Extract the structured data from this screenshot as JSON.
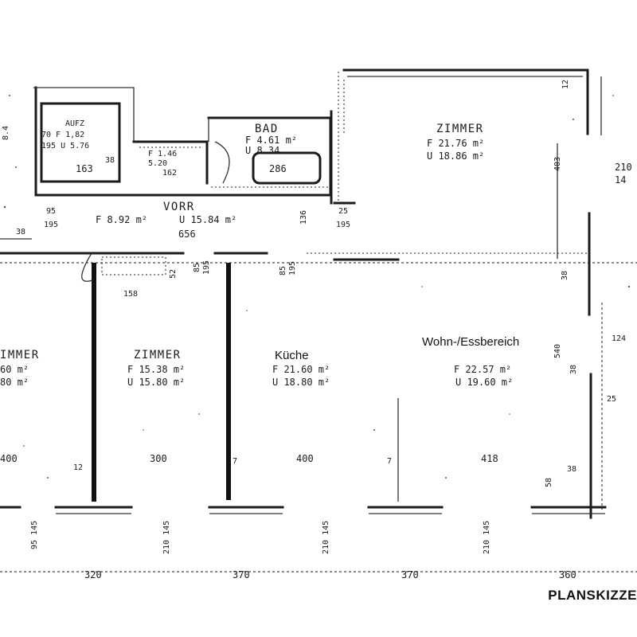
{
  "rooms": {
    "lift": {
      "name": "AUFZ",
      "line1": "70 F 1,82",
      "line2": "195 U 5.76",
      "w": "163",
      "side": "38"
    },
    "wc": {
      "line1": "F 1.46",
      "line2": "5.20",
      "w": "162"
    },
    "bath": {
      "name": "BAD",
      "area": "F 4.61 m²",
      "perimeter": "U 8.34",
      "tub": "286"
    },
    "room_ne": {
      "name": "ZIMMER",
      "area": "F 21.76 m²",
      "perimeter": "U 18.86 m²"
    },
    "hall": {
      "name": "VORR",
      "area": "F 8.92 m²",
      "perimeter": "U 15.84 m²",
      "length": "656"
    },
    "room_w": {
      "name": "IMMER",
      "area": "60 m²",
      "perimeter": "80 m²"
    },
    "room_mid": {
      "name": "ZIMMER",
      "area": "F 15.38 m²",
      "perimeter": "U 15.80 m²"
    },
    "kitchen": {
      "name": "Küche",
      "area": "F 21.60 m²",
      "perimeter": "U 18.80 m²"
    },
    "living": {
      "name": "Wohn-/Essbereich",
      "area": "F 22.57 m²",
      "perimeter": "U 19.60 m²"
    }
  },
  "dimensions": {
    "widths": [
      "400",
      "300",
      "400",
      "418"
    ],
    "wall_marks": [
      "12",
      "7",
      "7",
      "38"
    ],
    "bottom": [
      "320",
      "370",
      "370",
      "360"
    ],
    "door_heights": [
      "95 145",
      "210 145",
      "210 145",
      "210 145"
    ],
    "hall_marks": [
      "95",
      "195",
      "136",
      "25",
      "195",
      "38",
      "85",
      "195",
      "85",
      "195",
      "52",
      "158"
    ],
    "side_marks": [
      "403",
      "12",
      "38",
      "540",
      "38",
      "58",
      "124",
      "25"
    ],
    "right_edge": [
      "210",
      "14"
    ],
    "left_edge": "8.4"
  },
  "caption": "PLANSKIZZE"
}
